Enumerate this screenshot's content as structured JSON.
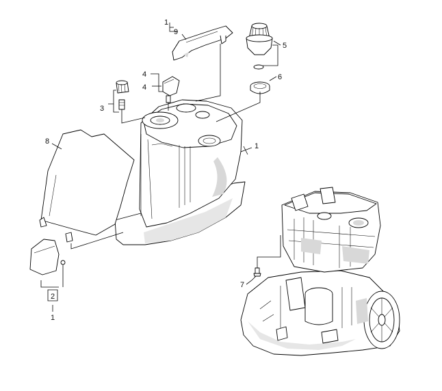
{
  "callouts": {
    "c1a": "1",
    "c9": "9",
    "c5": "5",
    "c4a": "4",
    "c4b": "4",
    "c6": "6",
    "c3": "3",
    "c8": "8",
    "c1b": "1",
    "c7": "7",
    "c2": "2",
    "c1c": "1"
  }
}
